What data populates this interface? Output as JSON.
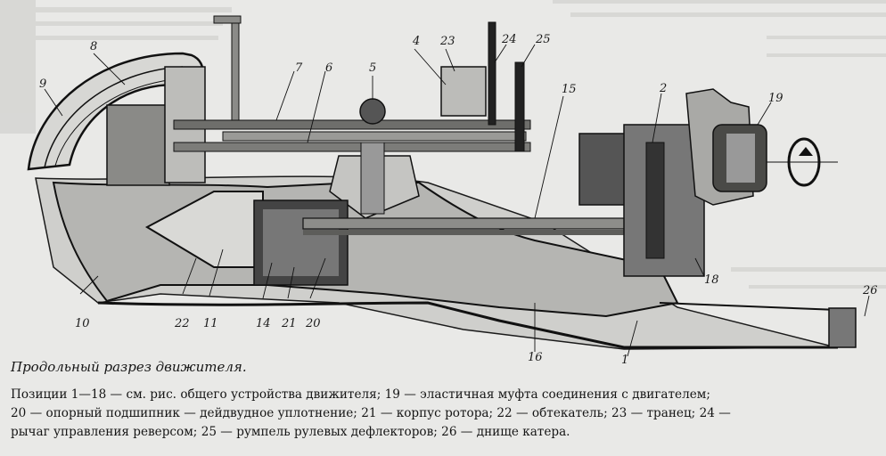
{
  "figure": {
    "caption": "Продольный разрез движителя.",
    "legend_lines": [
      "Позиции 1—18 — см. рис. общего устройства движителя; 19 — эластичная муфта соединения с двигателем;",
      "20 — опорный подшипник — дейдвудное уплотнение; 21 — корпус ротора; 22 — обтекатель; 23 — транец; 24 —",
      "рычаг управления реверсом; 25 — румпель рулевых дефлекторов; 26 — днище катера."
    ],
    "labels": [
      {
        "id": "label-1",
        "text": "1"
      },
      {
        "id": "label-2",
        "text": "2"
      },
      {
        "id": "label-4",
        "text": "4"
      },
      {
        "id": "label-5",
        "text": "5"
      },
      {
        "id": "label-6",
        "text": "6"
      },
      {
        "id": "label-7",
        "text": "7"
      },
      {
        "id": "label-8",
        "text": "8"
      },
      {
        "id": "label-9",
        "text": "9"
      },
      {
        "id": "label-10",
        "text": "10"
      },
      {
        "id": "label-11",
        "text": "11"
      },
      {
        "id": "label-14",
        "text": "14"
      },
      {
        "id": "label-15",
        "text": "15"
      },
      {
        "id": "label-16",
        "text": "16"
      },
      {
        "id": "label-18",
        "text": "18"
      },
      {
        "id": "label-19",
        "text": "19"
      },
      {
        "id": "label-20",
        "text": "20"
      },
      {
        "id": "label-21",
        "text": "21"
      },
      {
        "id": "label-22",
        "text": "22"
      },
      {
        "id": "label-23",
        "text": "23"
      },
      {
        "id": "label-24",
        "text": "24"
      },
      {
        "id": "label-25",
        "text": "25"
      },
      {
        "id": "label-26",
        "text": "26"
      }
    ]
  }
}
